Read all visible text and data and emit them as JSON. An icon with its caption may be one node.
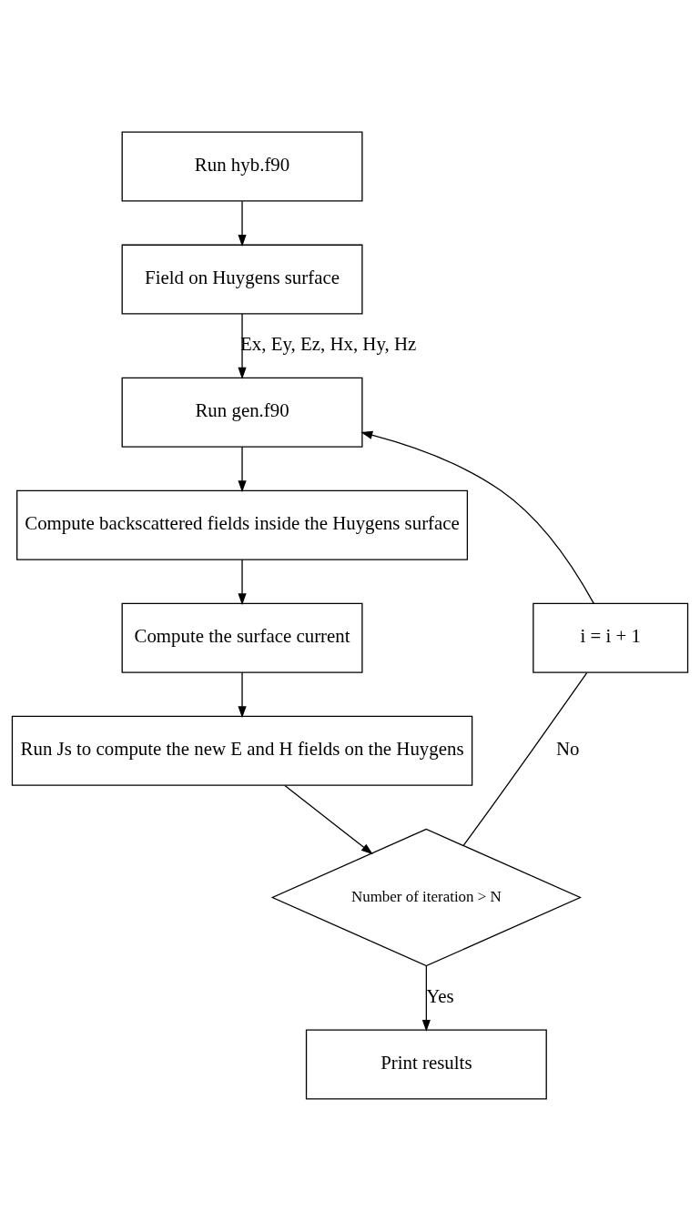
{
  "diagram": {
    "nodes": [
      {
        "text": [
          "Run hyb.f90"
        ]
      },
      {
        "text": [
          "Field on Huygens surface"
        ]
      },
      {
        "text": [
          "Run gen.f90"
        ]
      },
      {
        "text": [
          "Compute backscattered fields inside the Huygens surface"
        ]
      },
      {
        "text": [
          "Compute the surface current"
        ]
      },
      {
        "text": [
          "Run Js to compute the new E and H fields on the Huygens"
        ]
      },
      {
        "text": [
          "Number of iteration > N"
        ]
      },
      {
        "text": [
          "i = i + 1"
        ]
      },
      {
        "text": [
          "Print results"
        ]
      }
    ],
    "edges": [
      {
        "from": 0,
        "to": 1,
        "arrow": "to"
      },
      {
        "from": 1,
        "to": 2,
        "arrow": "to",
        "label": "Ex, Ey, Ez, Hx, Hy, Hz"
      },
      {
        "from": 2,
        "to": 3,
        "arrow": "to"
      },
      {
        "from": 3,
        "to": 4,
        "arrow": "to"
      },
      {
        "from": 4,
        "to": 5,
        "arrow": "to"
      },
      {
        "from": 5,
        "to": 6,
        "arrow": "to"
      },
      {
        "from": 6,
        "to": 7,
        "arrow": "none",
        "label": "No"
      },
      {
        "from": 7,
        "to": 2,
        "arrow": "to"
      },
      {
        "from": 6,
        "to": 8,
        "arrow": "to",
        "label": "Yes"
      }
    ]
  }
}
